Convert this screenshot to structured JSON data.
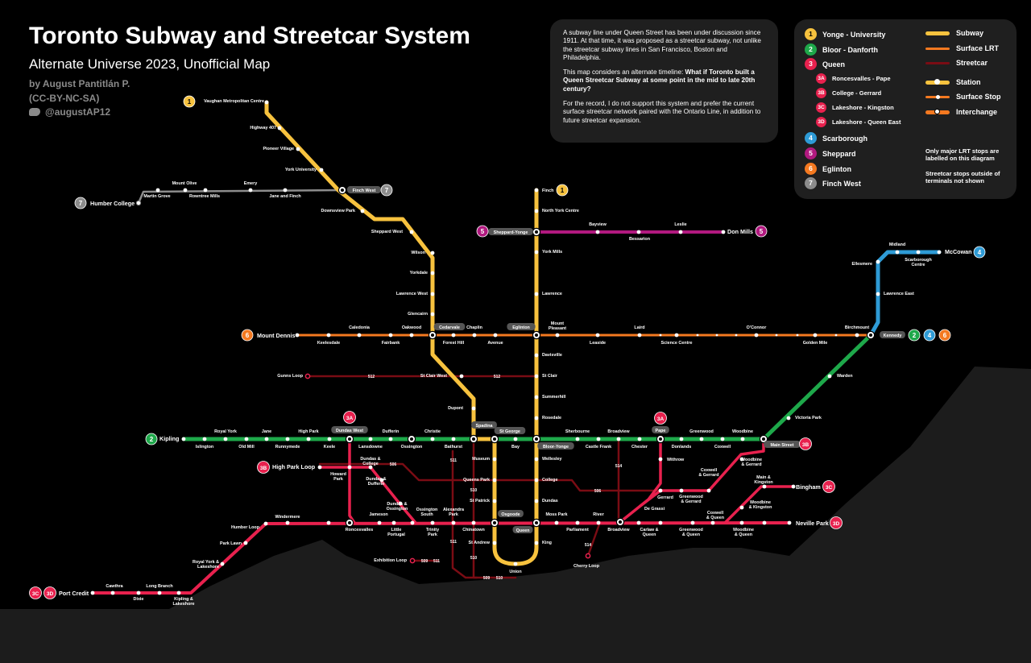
{
  "title": "Toronto Subway and Streetcar System",
  "subtitle": "Alternate Universe 2023, Unofficial Map",
  "byline": [
    "by August Pantitlán P.",
    "(CC-BY-NC-SA)",
    "@augustAP12"
  ],
  "notes": {
    "p1": "A subway line under Queen Street has been under discussion since 1911. At that time, it was proposed as a streetcar subway, not unlike the streetcar subway lines in San Francisco, Boston and Philadelphia.",
    "p2_plain": "This map considers an alternate timeline: ",
    "p2_bold": "What if Toronto built a Queen Streetcar Subway at some point in the mid to late 20th century?",
    "p3": "For the record, I do not support this system and prefer the current surface streetcar network paired with the Ontario Line, in addition to future streetcar expansion."
  },
  "colors": {
    "yonge": "#f7c23e",
    "bloor": "#1ea84a",
    "queen": "#e8214e",
    "queen_dark": "#7a0c14",
    "scarborough": "#2e9bd6",
    "sheppard": "#b1197f",
    "eglinton": "#f47920",
    "finch": "#8c8c8c"
  },
  "legend": {
    "lines": [
      {
        "badge": "1",
        "label": "Yonge - University",
        "color": "#f7c23e",
        "text": "#000"
      },
      {
        "badge": "2",
        "label": "Bloor - Danforth",
        "color": "#1ea84a",
        "text": "#fff"
      },
      {
        "badge": "3",
        "label": "Queen",
        "color": "#e8214e",
        "text": "#fff"
      },
      {
        "badge": "3A",
        "label": "Roncesvalles - Pape",
        "color": "#e8214e",
        "text": "#fff",
        "sub": true
      },
      {
        "badge": "3B",
        "label": "College - Gerrard",
        "color": "#e8214e",
        "text": "#fff",
        "sub": true
      },
      {
        "badge": "3C",
        "label": "Lakeshore - Kingston",
        "color": "#e8214e",
        "text": "#fff",
        "sub": true
      },
      {
        "badge": "3D",
        "label": "Lakeshore - Queen East",
        "color": "#e8214e",
        "text": "#fff",
        "sub": true
      },
      {
        "badge": "4",
        "label": "Scarborough",
        "color": "#2e9bd6",
        "text": "#fff"
      },
      {
        "badge": "5",
        "label": "Sheppard",
        "color": "#b1197f",
        "text": "#fff"
      },
      {
        "badge": "6",
        "label": "Eglinton",
        "color": "#f47920",
        "text": "#fff"
      },
      {
        "badge": "7",
        "label": "Finch West",
        "color": "#8c8c8c",
        "text": "#fff"
      }
    ],
    "types": [
      {
        "label": "Subway",
        "color": "#f7c23e",
        "kind": "line"
      },
      {
        "label": "Surface LRT",
        "color": "#f47920",
        "kind": "thin"
      },
      {
        "label": "Streetcar",
        "color": "#7a0c14",
        "kind": "thin"
      },
      {
        "label": "Station",
        "color": "#f7c23e",
        "kind": "station"
      },
      {
        "label": "Surface Stop",
        "color": "#f47920",
        "kind": "stop"
      },
      {
        "label": "Interchange",
        "color": "#f47920",
        "kind": "interchange"
      }
    ],
    "note1": "Only major LRT stops are labelled on this diagram",
    "note2": "Streetcar stops outside of terminals not shown"
  },
  "stations": {
    "line1": [
      "Vaughan Metropolitan Centre",
      "Highway 407",
      "Pioneer Village",
      "York University",
      "Finch West",
      "Downsview Park",
      "Sheppard West",
      "Wilson",
      "Yorkdale",
      "Lawrence West",
      "Glencairn",
      "Cedarvale",
      "St Clair West",
      "Dupont",
      "Spadina",
      "St George",
      "Museum",
      "Queens Park",
      "St Patrick",
      "Osgoode",
      "St Andrew",
      "Union",
      "King",
      "Queen",
      "Dundas",
      "College",
      "Wellesley",
      "Bloor-Yonge",
      "Rosedale",
      "Summerhill",
      "St Clair",
      "Davisville",
      "Eglinton",
      "Lawrence",
      "York Mills",
      "Sheppard-Yonge",
      "North York Centre",
      "Finch"
    ],
    "line2": [
      "Kipling",
      "Islington",
      "Royal York",
      "Old Mill",
      "Jane",
      "Runnymede",
      "High Park",
      "Keele",
      "Dundas West",
      "Lansdowne",
      "Dufferin",
      "Ossington",
      "Christie",
      "Bathurst",
      "Spadina",
      "St George",
      "Bay",
      "Bloor-Yonge",
      "Sherbourne",
      "Castle Frank",
      "Broadview",
      "Chester",
      "Pape",
      "Donlands",
      "Greenwood",
      "Coxwell",
      "Woodbine",
      "Main Street",
      "Victoria Park",
      "Warden",
      "Kennedy"
    ],
    "line3": [
      "Port Credit",
      "Cawthra",
      "Dixie",
      "Long Branch",
      "Kipling & Lakeshore",
      "Royal York & Lakeshore",
      "Park Lawn",
      "Humber Loop",
      "Windermere",
      "Roncesvalles",
      "Jameson",
      "Little Portugal",
      "Ossington South",
      "Trinity Park",
      "Alexandra Park",
      "Chinatown",
      "Osgoode",
      "Queen",
      "Moss Park",
      "Parliament",
      "River",
      "Broadview",
      "De Grassi",
      "Carlaw & Queen",
      "Greenwood & Queen",
      "Coxwell & Queen",
      "Woodbine & Queen",
      "Neville Park",
      "Bingham",
      "Main & Kingston",
      "Woodbine & Kingston",
      "High Park Loop",
      "Howard Park",
      "Dundas & College",
      "Dundas & Dufferin",
      "Dundas & Ossington",
      "Gerrard",
      "Greenwood & Gerrard",
      "Coxwell & Gerrard",
      "Woodbine & Gerrard",
      "Withrow"
    ],
    "line4": [
      "Kennedy",
      "Lawrence East",
      "Ellesmere",
      "Midland",
      "Scarborough Centre",
      "McCowan"
    ],
    "line5": [
      "Sheppard-Yonge",
      "Bayview",
      "Bessarion",
      "Leslie",
      "Don Mills"
    ],
    "line6": [
      "Mount Dennis",
      "Keelesdale",
      "Caledonia",
      "Fairbank",
      "Oakwood",
      "Cedarvale",
      "Forest Hill",
      "Chaplin",
      "Avenue",
      "Eglinton",
      "Mount Pleasant",
      "Leaside",
      "Laird",
      "Science Centre",
      "O'Connor",
      "Golden Mile",
      "Birchmount",
      "Kennedy"
    ],
    "line7": [
      "Humber College",
      "Martin Grove",
      "Mount Olive",
      "Rowntree Mills",
      "Emery",
      "Jane and Finch",
      "Finch West"
    ],
    "streetcar": [
      "Gunns Loop",
      "Exhibition Loop",
      "Cherry Loop"
    ],
    "routes": [
      "512",
      "506",
      "509",
      "510",
      "511",
      "514"
    ]
  }
}
